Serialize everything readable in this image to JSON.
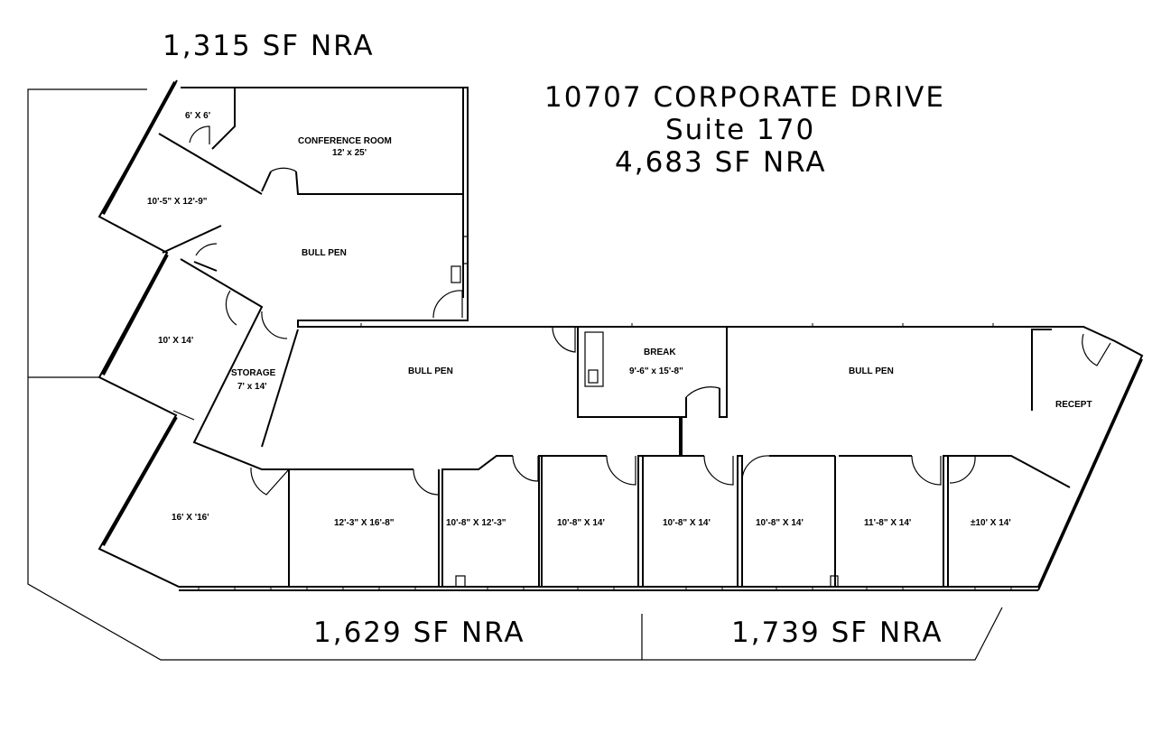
{
  "header": {
    "address": "10707 CORPORATE DRIVE",
    "suite": "Suite 170",
    "total_area": "4,683 SF NRA"
  },
  "areas": {
    "north_wing": "1,315 SF NRA",
    "south_west": "1,629 SF NRA",
    "south_east": "1,739 SF NRA"
  },
  "rooms": {
    "closet_6x6": "6' X 6'",
    "conference_title": "CONFERENCE ROOM",
    "conference_size": "12' x 25'",
    "office_10x12": "10'-5\" X 12'-9\"",
    "bull_pen_north": "BULL PEN",
    "office_10x14": "10' X 14'",
    "storage_title": "STORAGE",
    "storage_size": "7' x 14'",
    "bull_pen_center": "BULL PEN",
    "break_title": "BREAK",
    "break_size": "9'-6\" x 15'-8\"",
    "bull_pen_east": "BULL PEN",
    "recept": "RECEPT",
    "office_16x16": "16' X '16'",
    "office_12x16": "12'-3\" X 16'-8\"",
    "office_10x12b": "10'-8\" X 12'-3\"",
    "office_a": "10'-8\" X 14'",
    "office_b": "10'-8\" X 14'",
    "office_c": "10'-8\" X 14'",
    "office_11x14": "11'-8\" X 14'",
    "office_approx": "±10' X 14'"
  }
}
